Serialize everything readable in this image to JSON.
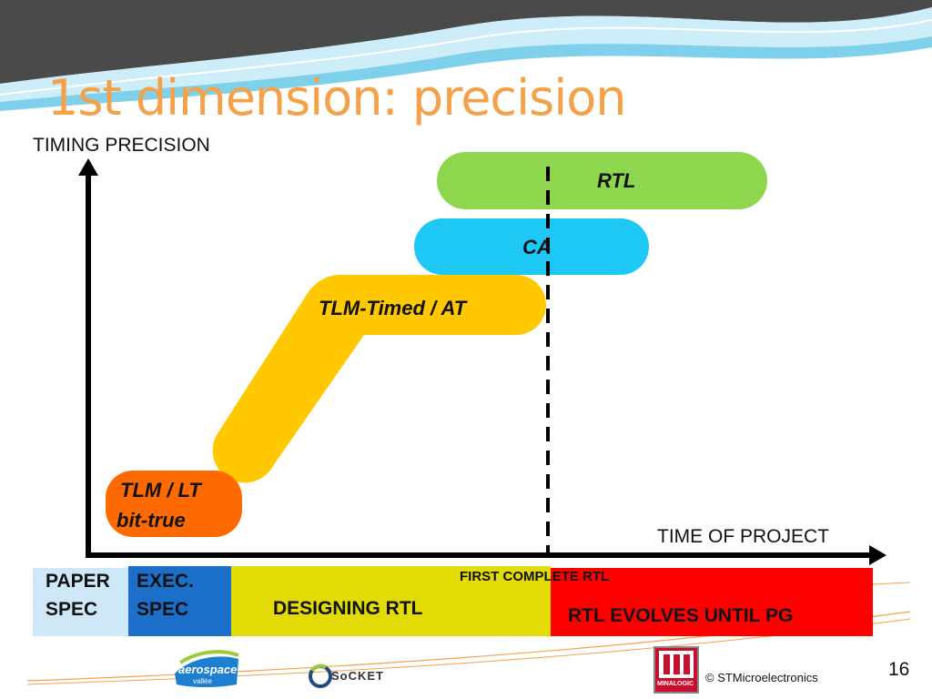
{
  "slide": {
    "title": "1st dimension: precision",
    "y_axis_label": "TIMING PRECISION",
    "x_axis_label": "TIME OF PROJECT",
    "page_number": "16"
  },
  "levels": {
    "rtl": "RTL",
    "ca": "CA",
    "tlm_timed": "TLM-Timed  / AT",
    "tlm_lt_line1": "TLM  / LT",
    "tlm_lt_line2": "bit-true"
  },
  "milestone": "FIRST COMPLETE RTL",
  "phases": {
    "paper_spec_line1": "PAPER",
    "paper_spec_line2": "SPEC",
    "exec_spec_line1": "EXEC.",
    "exec_spec_line2": "SPEC",
    "designing_rtl": "DESIGNING RTL",
    "rtl_evolves": "RTL EVOLVES UNTIL PG"
  },
  "footer": {
    "aerospace_logo": "aerospace",
    "aerospace_sub": "vallée",
    "socket_logo": "SoCKET",
    "minalogic_logo": "MINALOGIC",
    "copyright": "© STMicroelectronics"
  },
  "colors": {
    "title": "#f4a24a",
    "rtl_pill": "#8ed64e",
    "ca_pill": "#1ec8f5",
    "tlm_timed_pill": "#ffc800",
    "tlm_lt_pill": "#ff6a00",
    "paper_spec": "#cfe8f7",
    "exec_spec": "#1c6fc9",
    "designing": "#e3db05",
    "evolves": "#ff0000"
  }
}
